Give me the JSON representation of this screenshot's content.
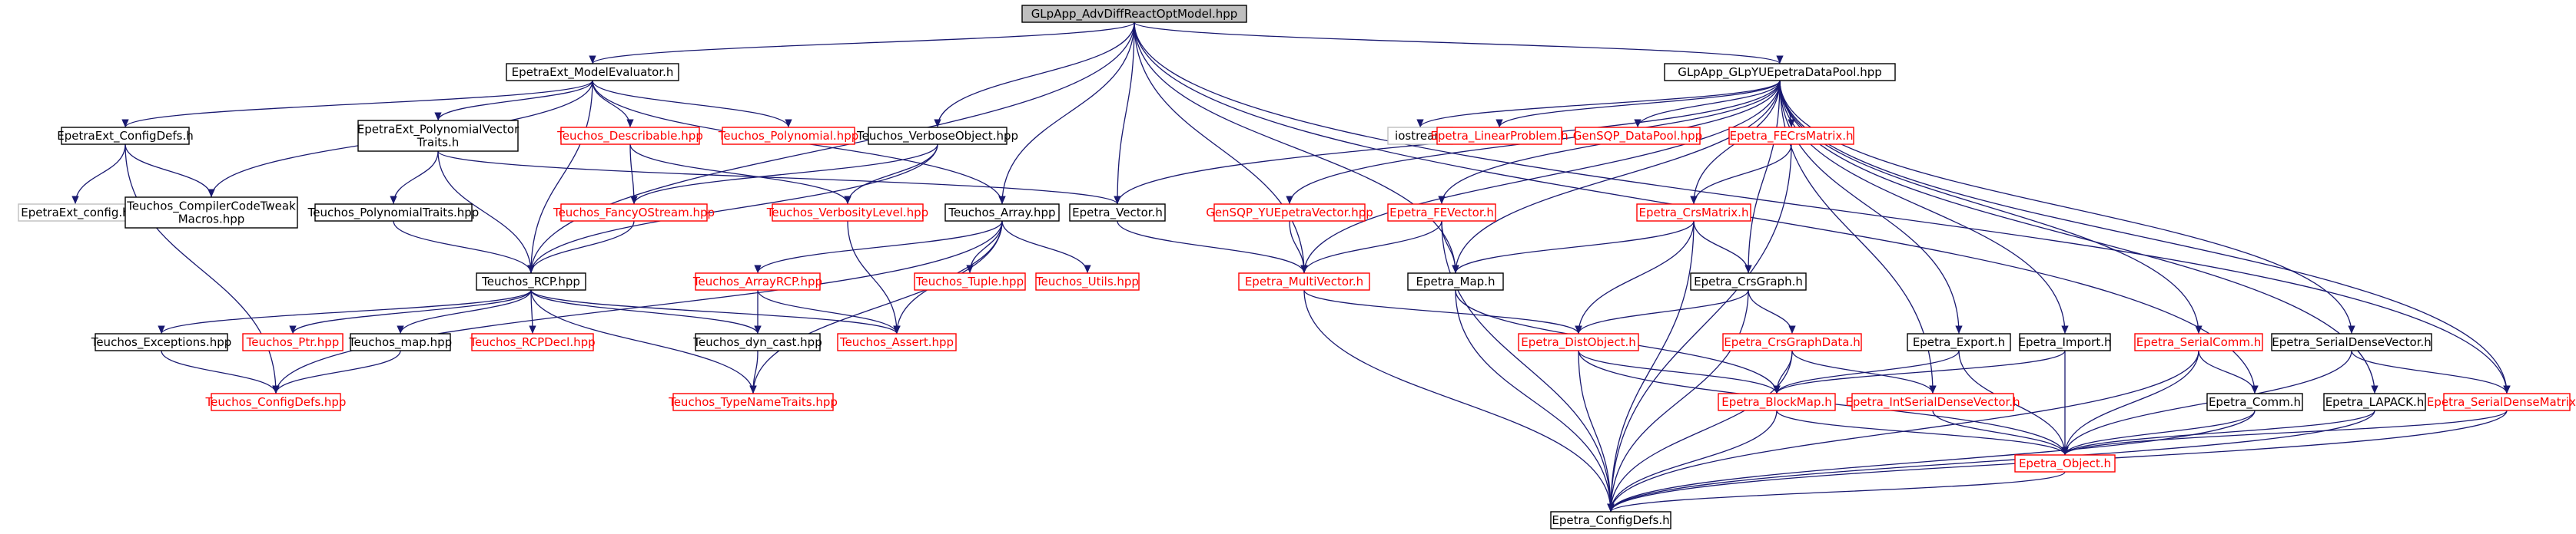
{
  "colors": {
    "root_fill": "#bfbfbf",
    "edge": "#191970",
    "border_black": "#000000",
    "border_red": "#ff0000",
    "border_gray": "#bfbfbf",
    "text_black": "#000000",
    "text_red": "#ff0000"
  },
  "nodes": [
    {
      "id": "root",
      "lines": [
        "GLpApp_AdvDiffReactOptModel.hpp"
      ],
      "style": "root"
    },
    {
      "id": "me",
      "lines": [
        "EpetraExt_ModelEvaluator.h"
      ],
      "style": "black"
    },
    {
      "id": "glpyu",
      "lines": [
        "GLpApp_GLpYUEpetraDataPool.hpp"
      ],
      "style": "black"
    },
    {
      "id": "cfgdefs_ext",
      "lines": [
        "EpetraExt_ConfigDefs.h"
      ],
      "style": "black"
    },
    {
      "id": "cfg_ext",
      "lines": [
        "EpetraExt_config.h"
      ],
      "style": "gray"
    },
    {
      "id": "compiler",
      "lines": [
        "Teuchos_CompilerCodeTweak",
        "Macros.hpp"
      ],
      "style": "black"
    },
    {
      "id": "polyvec",
      "lines": [
        "EpetraExt_PolynomialVector",
        "Traits.h"
      ],
      "style": "black"
    },
    {
      "id": "describ",
      "lines": [
        "Teuchos_Describable.hpp"
      ],
      "style": "red"
    },
    {
      "id": "poly",
      "lines": [
        "Teuchos_Polynomial.hpp"
      ],
      "style": "red"
    },
    {
      "id": "verbobj",
      "lines": [
        "Teuchos_VerboseObject.hpp"
      ],
      "style": "black"
    },
    {
      "id": "polytraits",
      "lines": [
        "Teuchos_PolynomialTraits.hpp"
      ],
      "style": "black"
    },
    {
      "id": "fancy",
      "lines": [
        "Teuchos_FancyOStream.hpp"
      ],
      "style": "red"
    },
    {
      "id": "verblevel",
      "lines": [
        "Teuchos_VerbosityLevel.hpp"
      ],
      "style": "red"
    },
    {
      "id": "array",
      "lines": [
        "Teuchos_Array.hpp"
      ],
      "style": "black"
    },
    {
      "id": "evector",
      "lines": [
        "Epetra_Vector.h"
      ],
      "style": "black"
    },
    {
      "id": "rcp",
      "lines": [
        "Teuchos_RCP.hpp"
      ],
      "style": "black"
    },
    {
      "id": "arrayrcp",
      "lines": [
        "Teuchos_ArrayRCP.hpp"
      ],
      "style": "red"
    },
    {
      "id": "tuple",
      "lines": [
        "Teuchos_Tuple.hpp"
      ],
      "style": "red"
    },
    {
      "id": "utils",
      "lines": [
        "Teuchos_Utils.hpp"
      ],
      "style": "red"
    },
    {
      "id": "exceptions",
      "lines": [
        "Teuchos_Exceptions.hpp"
      ],
      "style": "black"
    },
    {
      "id": "ptr",
      "lines": [
        "Teuchos_Ptr.hpp"
      ],
      "style": "red"
    },
    {
      "id": "map_hpp",
      "lines": [
        "Teuchos_map.hpp"
      ],
      "style": "black"
    },
    {
      "id": "rcpdecl",
      "lines": [
        "Teuchos_RCPDecl.hpp"
      ],
      "style": "red"
    },
    {
      "id": "dyncast",
      "lines": [
        "Teuchos_dyn_cast.hpp"
      ],
      "style": "black"
    },
    {
      "id": "assert",
      "lines": [
        "Teuchos_Assert.hpp"
      ],
      "style": "red"
    },
    {
      "id": "cfgdefs_teu",
      "lines": [
        "Teuchos_ConfigDefs.hpp"
      ],
      "style": "red"
    },
    {
      "id": "typename",
      "lines": [
        "Teuchos_TypeNameTraits.hpp"
      ],
      "style": "red"
    },
    {
      "id": "iostream",
      "lines": [
        "iostream"
      ],
      "style": "gray"
    },
    {
      "id": "linprob",
      "lines": [
        "Epetra_LinearProblem.h"
      ],
      "style": "red"
    },
    {
      "id": "gensqp",
      "lines": [
        "GenSQP_DataPool.hpp"
      ],
      "style": "red"
    },
    {
      "id": "fecrs",
      "lines": [
        "Epetra_FECrsMatrix.h"
      ],
      "style": "red"
    },
    {
      "id": "yuvec",
      "lines": [
        "GenSQP_YUEpetraVector.hpp"
      ],
      "style": "red"
    },
    {
      "id": "fevec",
      "lines": [
        "Epetra_FEVector.h"
      ],
      "style": "red"
    },
    {
      "id": "crsmat",
      "lines": [
        "Epetra_CrsMatrix.h"
      ],
      "style": "red"
    },
    {
      "id": "multivec",
      "lines": [
        "Epetra_MultiVector.h"
      ],
      "style": "red"
    },
    {
      "id": "emap",
      "lines": [
        "Epetra_Map.h"
      ],
      "style": "black"
    },
    {
      "id": "crsgraph",
      "lines": [
        "Epetra_CrsGraph.h"
      ],
      "style": "black"
    },
    {
      "id": "distobj",
      "lines": [
        "Epetra_DistObject.h"
      ],
      "style": "red"
    },
    {
      "id": "crsgraphdata",
      "lines": [
        "Epetra_CrsGraphData.h"
      ],
      "style": "red"
    },
    {
      "id": "export",
      "lines": [
        "Epetra_Export.h"
      ],
      "style": "black"
    },
    {
      "id": "import",
      "lines": [
        "Epetra_Import.h"
      ],
      "style": "black"
    },
    {
      "id": "serialcomm",
      "lines": [
        "Epetra_SerialComm.h"
      ],
      "style": "red"
    },
    {
      "id": "sdvec",
      "lines": [
        "Epetra_SerialDenseVector.h"
      ],
      "style": "black"
    },
    {
      "id": "blockmap",
      "lines": [
        "Epetra_BlockMap.h"
      ],
      "style": "red"
    },
    {
      "id": "intsdv",
      "lines": [
        "Epetra_IntSerialDenseVector.h"
      ],
      "style": "red"
    },
    {
      "id": "comm",
      "lines": [
        "Epetra_Comm.h"
      ],
      "style": "black"
    },
    {
      "id": "lapack",
      "lines": [
        "Epetra_LAPACK.h"
      ],
      "style": "black"
    },
    {
      "id": "sdmat",
      "lines": [
        "Epetra_SerialDenseMatrix.h"
      ],
      "style": "red"
    },
    {
      "id": "object",
      "lines": [
        "Epetra_Object.h"
      ],
      "style": "red"
    },
    {
      "id": "ecfgdefs",
      "lines": [
        "Epetra_ConfigDefs.h"
      ],
      "style": "black"
    }
  ],
  "edges": [
    [
      "root",
      "me"
    ],
    [
      "root",
      "glpyu"
    ],
    [
      "root",
      "verbobj"
    ],
    [
      "root",
      "array"
    ],
    [
      "root",
      "evector"
    ],
    [
      "root",
      "emap"
    ],
    [
      "root",
      "multivec"
    ],
    [
      "root",
      "comm"
    ],
    [
      "root",
      "sdmat"
    ],
    [
      "root",
      "rcp"
    ],
    [
      "me",
      "cfgdefs_ext"
    ],
    [
      "me",
      "compiler"
    ],
    [
      "me",
      "polyvec"
    ],
    [
      "me",
      "describ"
    ],
    [
      "me",
      "poly"
    ],
    [
      "me",
      "rcp"
    ],
    [
      "me",
      "array"
    ],
    [
      "cfgdefs_ext",
      "cfg_ext"
    ],
    [
      "cfgdefs_ext",
      "compiler"
    ],
    [
      "cfgdefs_ext",
      "cfgdefs_teu"
    ],
    [
      "polyvec",
      "polytraits"
    ],
    [
      "polyvec",
      "rcp"
    ],
    [
      "polyvec",
      "evector"
    ],
    [
      "describ",
      "fancy"
    ],
    [
      "describ",
      "verblevel"
    ],
    [
      "verbobj",
      "fancy"
    ],
    [
      "verbobj",
      "verblevel"
    ],
    [
      "verbobj",
      "rcp"
    ],
    [
      "polytraits",
      "rcp"
    ],
    [
      "fancy",
      "rcp"
    ],
    [
      "verblevel",
      "assert"
    ],
    [
      "array",
      "arrayrcp"
    ],
    [
      "array",
      "tuple"
    ],
    [
      "array",
      "utils"
    ],
    [
      "array",
      "assert"
    ],
    [
      "array",
      "typename"
    ],
    [
      "array",
      "cfgdefs_teu"
    ],
    [
      "evector",
      "multivec"
    ],
    [
      "rcp",
      "exceptions"
    ],
    [
      "rcp",
      "ptr"
    ],
    [
      "rcp",
      "map_hpp"
    ],
    [
      "rcp",
      "rcpdecl"
    ],
    [
      "rcp",
      "dyncast"
    ],
    [
      "rcp",
      "assert"
    ],
    [
      "rcp",
      "typename"
    ],
    [
      "arrayrcp",
      "dyncast"
    ],
    [
      "arrayrcp",
      "assert"
    ],
    [
      "exceptions",
      "cfgdefs_teu"
    ],
    [
      "map_hpp",
      "cfgdefs_teu"
    ],
    [
      "dyncast",
      "typename"
    ],
    [
      "glpyu",
      "iostream"
    ],
    [
      "glpyu",
      "linprob"
    ],
    [
      "glpyu",
      "gensqp"
    ],
    [
      "glpyu",
      "fecrs"
    ],
    [
      "glpyu",
      "yuvec"
    ],
    [
      "glpyu",
      "fevec"
    ],
    [
      "glpyu",
      "crsmat"
    ],
    [
      "glpyu",
      "multivec"
    ],
    [
      "glpyu",
      "evector"
    ],
    [
      "glpyu",
      "emap"
    ],
    [
      "glpyu",
      "crsgraph"
    ],
    [
      "glpyu",
      "export"
    ],
    [
      "glpyu",
      "import"
    ],
    [
      "glpyu",
      "serialcomm"
    ],
    [
      "glpyu",
      "sdvec"
    ],
    [
      "glpyu",
      "intsdv"
    ],
    [
      "glpyu",
      "lapack"
    ],
    [
      "glpyu",
      "sdmat"
    ],
    [
      "fecrs",
      "crsmat"
    ],
    [
      "fecrs",
      "ecfgdefs"
    ],
    [
      "yuvec",
      "multivec"
    ],
    [
      "fevec",
      "multivec"
    ],
    [
      "fevec",
      "emap"
    ],
    [
      "fevec",
      "ecfgdefs"
    ],
    [
      "crsmat",
      "emap"
    ],
    [
      "crsmat",
      "crsgraph"
    ],
    [
      "crsmat",
      "distobj"
    ],
    [
      "crsmat",
      "ecfgdefs"
    ],
    [
      "multivec",
      "distobj"
    ],
    [
      "multivec",
      "ecfgdefs"
    ],
    [
      "emap",
      "blockmap"
    ],
    [
      "emap",
      "ecfgdefs"
    ],
    [
      "crsgraph",
      "distobj"
    ],
    [
      "crsgraph",
      "crsgraphdata"
    ],
    [
      "crsgraph",
      "ecfgdefs"
    ],
    [
      "distobj",
      "blockmap"
    ],
    [
      "distobj",
      "object"
    ],
    [
      "distobj",
      "ecfgdefs"
    ],
    [
      "crsgraphdata",
      "blockmap"
    ],
    [
      "crsgraphdata",
      "intsdv"
    ],
    [
      "crsgraphdata",
      "ecfgdefs"
    ],
    [
      "export",
      "blockmap"
    ],
    [
      "export",
      "object"
    ],
    [
      "import",
      "blockmap"
    ],
    [
      "import",
      "object"
    ],
    [
      "serialcomm",
      "comm"
    ],
    [
      "serialcomm",
      "object"
    ],
    [
      "serialcomm",
      "ecfgdefs"
    ],
    [
      "sdvec",
      "sdmat"
    ],
    [
      "sdvec",
      "object"
    ],
    [
      "blockmap",
      "object"
    ],
    [
      "blockmap",
      "ecfgdefs"
    ],
    [
      "intsdv",
      "object"
    ],
    [
      "comm",
      "object"
    ],
    [
      "comm",
      "ecfgdefs"
    ],
    [
      "lapack",
      "object"
    ],
    [
      "lapack",
      "ecfgdefs"
    ],
    [
      "sdmat",
      "object"
    ],
    [
      "sdmat",
      "ecfgdefs"
    ],
    [
      "object",
      "ecfgdefs"
    ]
  ]
}
